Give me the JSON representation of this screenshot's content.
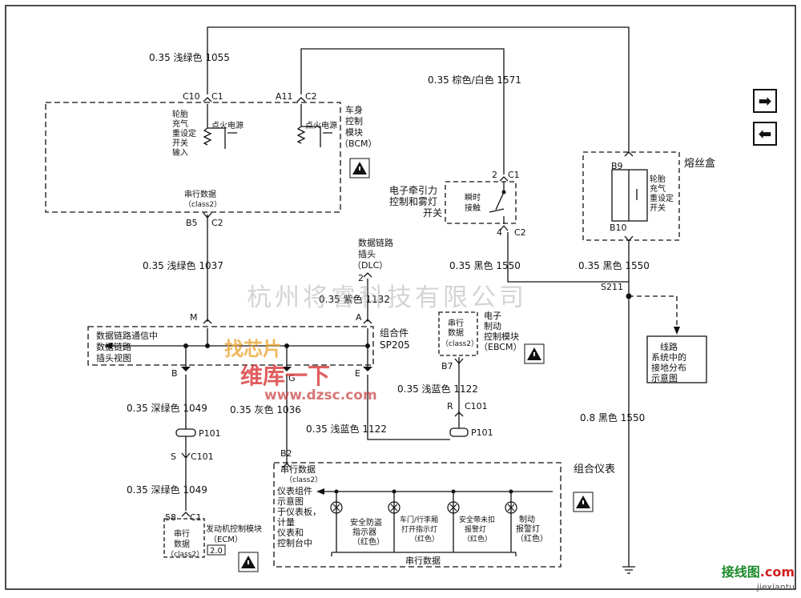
{
  "nav": {
    "forward_glyph": "➡",
    "back_glyph": "⬅"
  },
  "wires": {
    "w1055": "0.35 浅绿色  1055",
    "w1571": "0.35 棕色/白色  1571",
    "w1037": "0.35 浅绿色  1037",
    "w1132": "0.35 紫色  1132",
    "w1550a": "0.35 黑色  1550",
    "w1550b": "0.35 黑色  1550",
    "w1550c": "0.8 黑色  1550",
    "w1049a": "0.35 深绿色  1049",
    "w1049b": "0.35 深绿色  1049",
    "w1036": "0.35 灰色  1036",
    "w1122a": "0.35 浅蓝色  1122",
    "w1122b": "0.35 浅蓝色  1122"
  },
  "pins": {
    "c10": "C10",
    "c1a": "C1",
    "a11": "A11",
    "c2a": "C2",
    "b5": "B5",
    "c2b": "C2",
    "p2c1": "2",
    "c1b": "C1",
    "p4": "4",
    "c2c": "C2",
    "b9": "B9",
    "b10": "B10",
    "s211": "S211",
    "dlc2": "2",
    "m": "M",
    "a": "A",
    "b": "B",
    "g": "G",
    "e": "E",
    "b7": "B7",
    "r": "R",
    "c101a": "C101",
    "p101a": "P101",
    "s": "S",
    "c101b": "C101",
    "p101b": "P101",
    "p58": "58",
    "c1c": "C1",
    "b2": "B2"
  },
  "bcm": {
    "title": [
      "车身",
      "控制",
      "模块",
      "（BCM）"
    ],
    "tire_left": [
      "轮胎",
      "充气",
      "重设定",
      "开关",
      "输入"
    ],
    "ign1": "点火电源",
    "ign2": "点火电源",
    "serial": "串行数据",
    "serial_class": "（class2）"
  },
  "traction": {
    "label": [
      "电子牵引力",
      "控制和雾灯",
      "开关"
    ],
    "inner": [
      "瞬时",
      "接触"
    ]
  },
  "fuse": {
    "title": "熔丝盒",
    "inner": [
      "轮胎",
      "充气",
      "重设定",
      "开关"
    ]
  },
  "dlc": {
    "label": [
      "数据链路",
      "插头",
      "（DLC）"
    ]
  },
  "ebcm": {
    "title": [
      "电子",
      "制动",
      "控制模块",
      "（EBCM）"
    ],
    "inner": [
      "串行",
      "数据",
      "（class2）"
    ]
  },
  "ground_ref": {
    "label": [
      "线路",
      "系统中的",
      "接地分布",
      "示意图"
    ]
  },
  "sp205": {
    "inner": [
      "数据链路通信中",
      "数据链路",
      "插头视图"
    ],
    "title": [
      "组合件",
      "SP205"
    ]
  },
  "ecm": {
    "inner": [
      "串行",
      "数据",
      "（class2）"
    ],
    "title": "发动机控制模块",
    "sub": "（ECM）",
    "version": "2.0"
  },
  "cluster": {
    "title": "组合仪表",
    "serial": "串行数据",
    "serial_class": "（class2）",
    "note": [
      "仪表组件",
      "示意图",
      "于仪表板，",
      "计量",
      "仪表和",
      "控制台中"
    ],
    "lamps": [
      [
        "安全防盗",
        "指示器",
        "（红色）"
      ],
      [
        "车门/行李厢",
        "打开指示灯",
        "（红色）"
      ],
      [
        "安全带未扣",
        "报警灯",
        "（红色）"
      ],
      [
        "制动",
        "报警灯",
        "（红色）"
      ]
    ],
    "bus": "串行数据"
  },
  "watermarks": {
    "company": "杭州将睿科技有限公司",
    "brand": "维库一下",
    "brand_top": "找芯片",
    "url": "www.dzsc.com",
    "corner": "接线图",
    "corner_com": ".com",
    "corner_url": "jiexiantu"
  }
}
